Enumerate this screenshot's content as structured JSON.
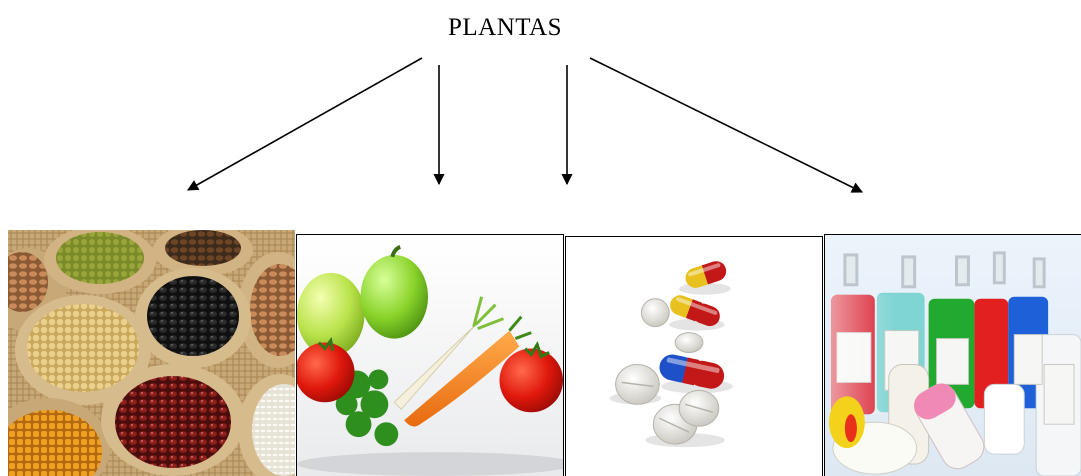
{
  "diagram": {
    "title": "PLANTAS",
    "images": [
      {
        "name": "grains-and-legumes-sacks"
      },
      {
        "name": "vegetables"
      },
      {
        "name": "pills-and-capsules"
      },
      {
        "name": "cosmetics-and-toiletries"
      }
    ]
  }
}
